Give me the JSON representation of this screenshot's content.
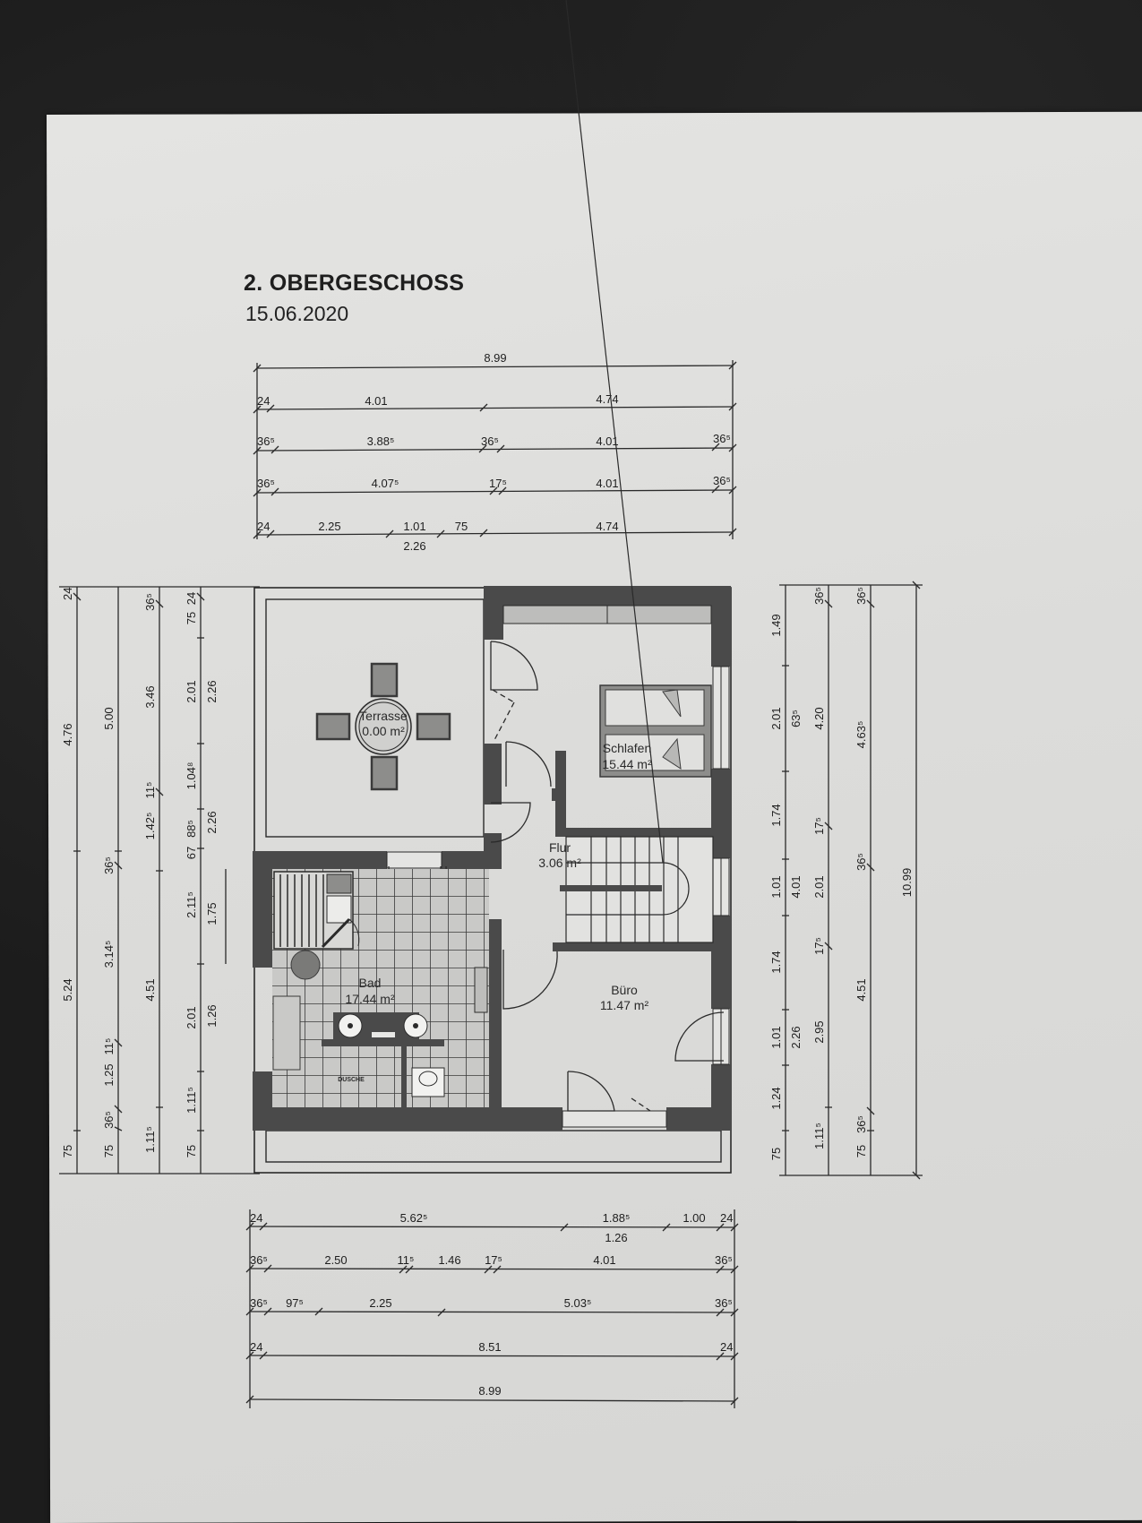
{
  "header": {
    "title": "2. OBERGESCHOSS",
    "date": "15.06.2020"
  },
  "rooms": [
    {
      "name": "Terrasse",
      "area": "0.00 m²"
    },
    {
      "name": "Schlafen",
      "area": "15.44 m²"
    },
    {
      "name": "Flur",
      "area": "3.06 m²"
    },
    {
      "name": "Bad",
      "area": "17.44 m²"
    },
    {
      "name": "Büro",
      "area": "11.47 m²"
    }
  ],
  "fixtures": {
    "shower_label": "DUSCHE"
  },
  "dimensions": {
    "top": {
      "row1": {
        "total": "8.99"
      },
      "row2": {
        "a": "24",
        "b": "4.01",
        "c": "4.74"
      },
      "row3": {
        "a": "36⁵",
        "b": "3.88⁵",
        "c": "36⁵",
        "d": "4.01",
        "e": "36⁵"
      },
      "row4": {
        "a": "36⁵",
        "b": "4.07⁵",
        "c": "17⁵",
        "d": "4.01",
        "e": "36⁵"
      },
      "row5": {
        "a": "24",
        "b": "2.25",
        "c": "1.01",
        "d": "75",
        "e": "4.74",
        "sub": "2.26"
      }
    },
    "bottom": {
      "row1": {
        "a": "24",
        "b": "5.62⁵",
        "c": "1.88⁵",
        "d": "1.00",
        "e": "24",
        "sub": "1.26"
      },
      "row2": {
        "a": "36⁵",
        "b": "2.50",
        "c": "11⁵",
        "d": "1.46",
        "e": "17⁵",
        "f": "4.01",
        "g": "36⁵"
      },
      "row3": {
        "a": "36⁵",
        "b": "97⁵",
        "c": "2.25",
        "d": "5.03⁵",
        "e": "36⁵"
      },
      "row4": {
        "a": "24",
        "b": "8.51",
        "c": "24"
      },
      "row5": {
        "total": "8.99"
      }
    },
    "left": {
      "col1": {
        "a": "24",
        "b": "4.76",
        "c": "5.24",
        "d": "75"
      },
      "col2": {
        "a": "5.00",
        "b": "36⁵",
        "c": "3.14⁵",
        "d": "11⁵",
        "e": "1.25",
        "f": "36⁵",
        "g": "75"
      },
      "col3": {
        "a": "36⁵",
        "b": "3.46",
        "c": "11⁵",
        "d": "1.42⁵",
        "e": "4.51",
        "f": "1.11⁵"
      },
      "col4": {
        "a": "24",
        "b": "75",
        "c": "2.01",
        "d": "1.04⁸",
        "e": "67",
        "f": "88⁵",
        "g": "2.11⁵",
        "h": "2.01",
        "i": "1.11⁵",
        "j": "75"
      },
      "col4sub": {
        "a": "2.26",
        "b": "2.26",
        "c": "1.75",
        "d": "1.26"
      }
    },
    "right": {
      "col1": {
        "a": "1.49",
        "b": "2.01",
        "c": "1.74",
        "d": "1.01",
        "e": "1.74",
        "f": "1.01",
        "g": "1.24",
        "h": "75"
      },
      "col1sub": {
        "a": "63⁵",
        "b": "4.01",
        "c": "2.26"
      },
      "col2": {
        "a": "36⁵",
        "b": "4.20",
        "c": "17⁵",
        "d": "2.01",
        "e": "17⁵",
        "f": "2.95",
        "g": "1.11⁵"
      },
      "col3": {
        "a": "36⁵",
        "b": "4.63⁵",
        "c": "36⁵",
        "d": "4.51",
        "e": "36⁵",
        "f": "75"
      },
      "col4": {
        "total": "10.99"
      }
    }
  },
  "colors": {
    "wall": "#4a4a4a",
    "paper": "#dededc",
    "tile": "#c9c9c7",
    "furniture": "#8d8d8b",
    "line": "#2a2a2a"
  }
}
